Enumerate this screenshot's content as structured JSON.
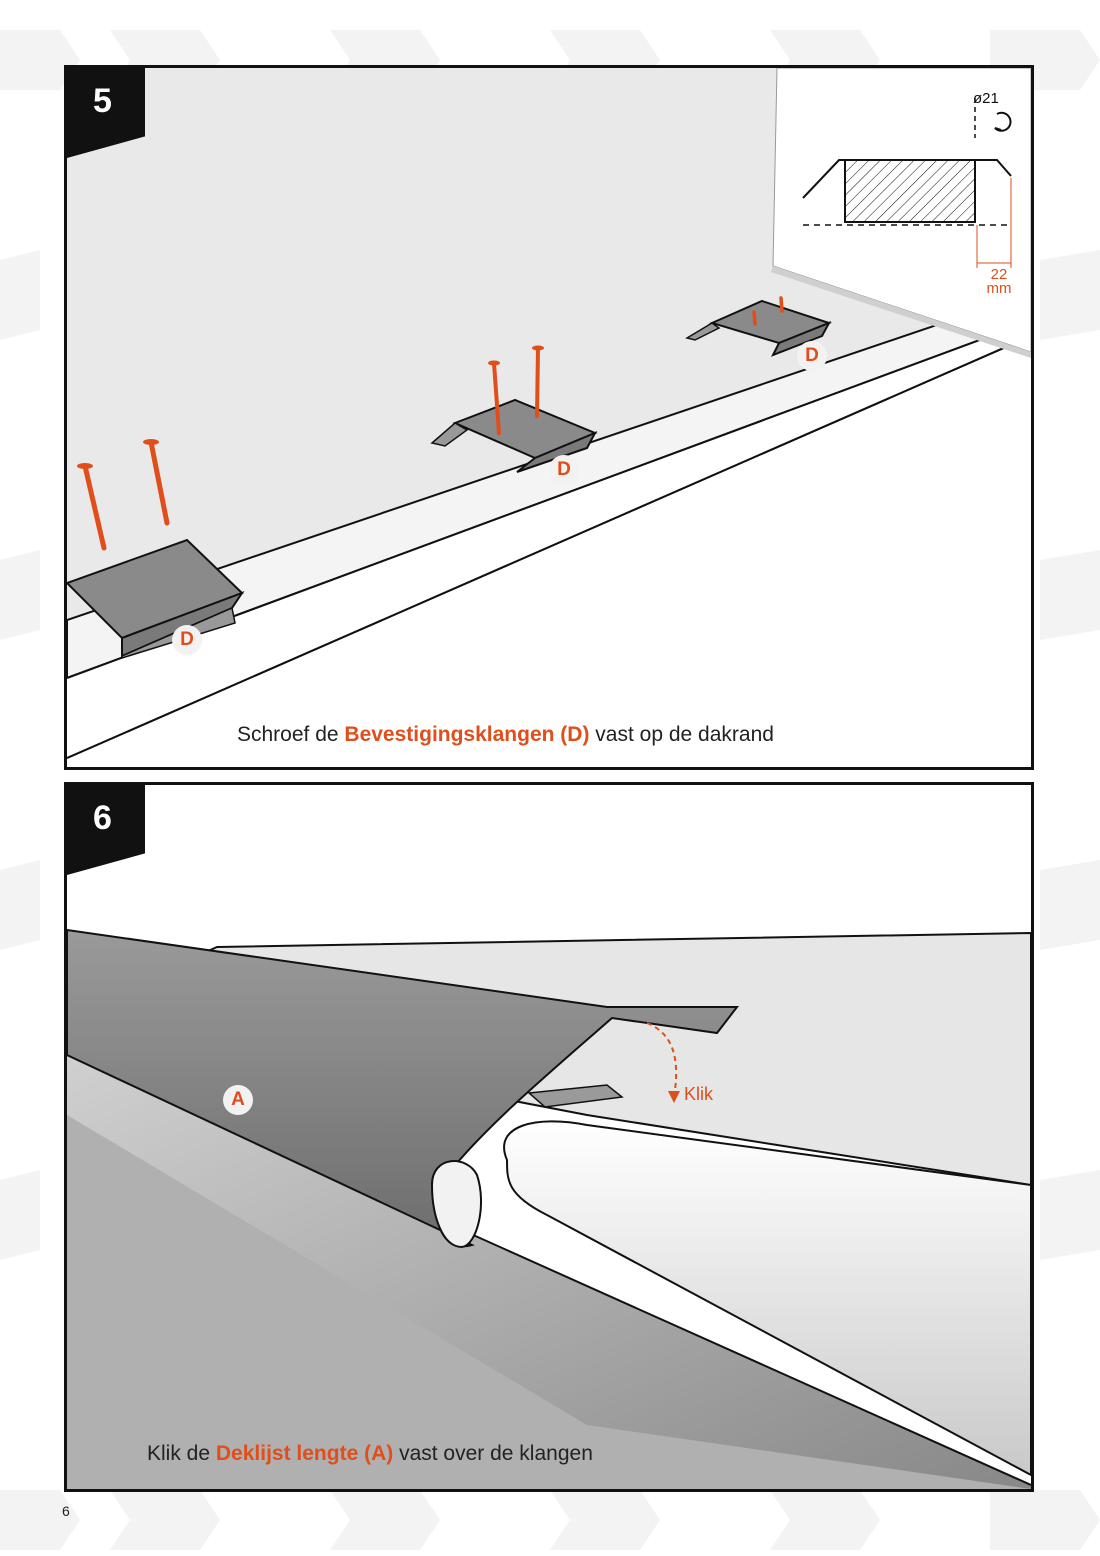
{
  "steps": [
    {
      "number": "5",
      "caption_pre": "Schroef de ",
      "caption_highlight": "Bevestigingsklangen (D)",
      "caption_post": " vast op de dakrand",
      "part_label": "D",
      "detail": {
        "diameter_label": "ø21",
        "length_value": "22",
        "length_unit": "mm"
      }
    },
    {
      "number": "6",
      "caption_pre": "Klik de ",
      "caption_highlight": "Deklijst lengte (A)",
      "caption_post": " vast over de klangen",
      "part_label": "A",
      "action_label": "Klik"
    }
  ],
  "page_number": "6",
  "colors": {
    "accent": "#e04e1b",
    "border": "#111111",
    "panel_bg": "#eaeaea"
  }
}
